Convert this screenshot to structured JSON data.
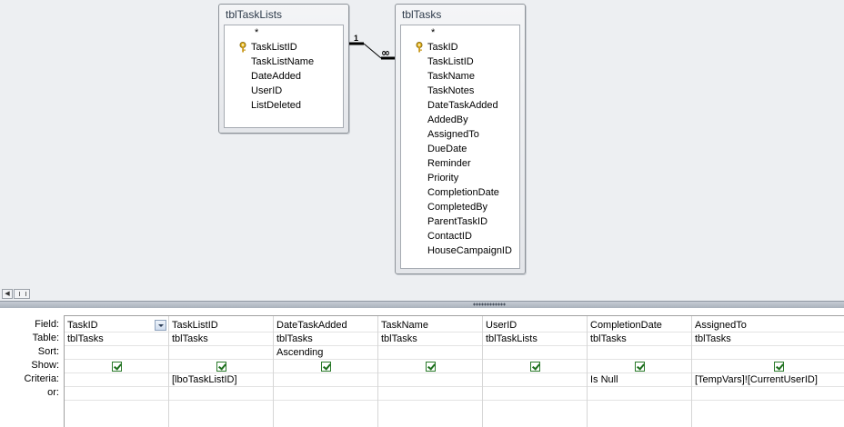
{
  "tables": [
    {
      "title": "tblTaskLists",
      "star": "*",
      "fields": [
        "TaskListID",
        "TaskListName",
        "DateAdded",
        "UserID",
        "ListDeleted"
      ],
      "key_field": "TaskListID"
    },
    {
      "title": "tblTasks",
      "star": "*",
      "fields": [
        "TaskID",
        "TaskListID",
        "TaskName",
        "TaskNotes",
        "DateTaskAdded",
        "AddedBy",
        "AssignedTo",
        "DueDate",
        "Reminder",
        "Priority",
        "CompletionDate",
        "CompletedBy",
        "ParentTaskID",
        "ContactID",
        "HouseCampaignID"
      ],
      "key_field": "TaskID"
    }
  ],
  "relationship": {
    "one_label": "1",
    "many_label": "∞"
  },
  "grid": {
    "row_labels": [
      "Field:",
      "Table:",
      "Sort:",
      "Show:",
      "Criteria:",
      "or:"
    ],
    "columns": [
      {
        "field": "TaskID",
        "table": "tblTasks",
        "sort": "",
        "show": true,
        "criteria": "",
        "or": ""
      },
      {
        "field": "TaskListID",
        "table": "tblTasks",
        "sort": "",
        "show": true,
        "criteria": "[lboTaskListID]",
        "or": ""
      },
      {
        "field": "DateTaskAdded",
        "table": "tblTasks",
        "sort": "Ascending",
        "show": true,
        "criteria": "",
        "or": ""
      },
      {
        "field": "TaskName",
        "table": "tblTasks",
        "sort": "",
        "show": true,
        "criteria": "",
        "or": ""
      },
      {
        "field": "UserID",
        "table": "tblTaskLists",
        "sort": "",
        "show": true,
        "criteria": "",
        "or": ""
      },
      {
        "field": "CompletionDate",
        "table": "tblTasks",
        "sort": "",
        "show": true,
        "criteria": "Is Null",
        "or": ""
      },
      {
        "field": "AssignedTo",
        "table": "tblTasks",
        "sort": "",
        "show": true,
        "criteria": "[TempVars]![CurrentUserID]",
        "or": ""
      }
    ]
  },
  "icons": {
    "key": "primary-key-icon",
    "checkbox": "checkbox-checked-icon",
    "dropdown": "chevron-down-icon"
  },
  "colors": {
    "diagram_bg": "#edeff2",
    "check_green": "#1c6f1c"
  }
}
